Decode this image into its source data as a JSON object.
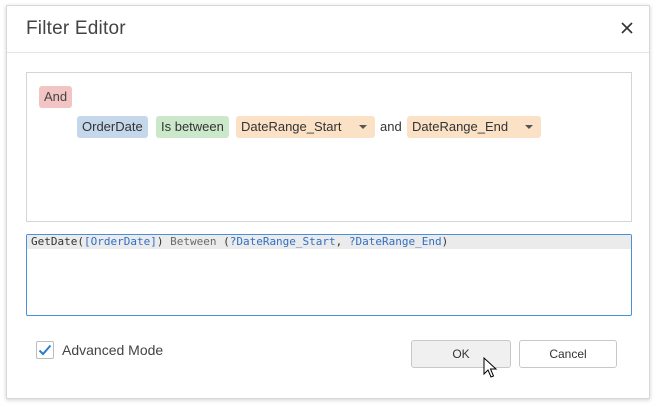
{
  "dialog": {
    "title": "Filter Editor",
    "close_icon": "close-icon"
  },
  "filter_tree": {
    "group_operator": "And",
    "condition": {
      "field": "OrderDate",
      "operator": "Is between",
      "value1": "DateRange_Start",
      "joiner": "and",
      "value2": "DateRange_End"
    }
  },
  "expression": {
    "func": "GetDate(",
    "field": "[OrderDate]",
    "close": ")",
    "keyword": " Between ",
    "open_paren": "(",
    "param1": "?DateRange_Start",
    "sep": ", ",
    "param2": "?DateRange_End",
    "end_paren": ")"
  },
  "advanced_mode": {
    "label": "Advanced Mode",
    "checked": true
  },
  "buttons": {
    "ok": "OK",
    "cancel": "Cancel"
  },
  "colors": {
    "accent": "#2a7bd1",
    "group_chip": "#f2c4c4",
    "field_chip": "#c4d7eb",
    "operator_chip": "#cbe8cb",
    "value_chip": "#fbe1c6"
  }
}
